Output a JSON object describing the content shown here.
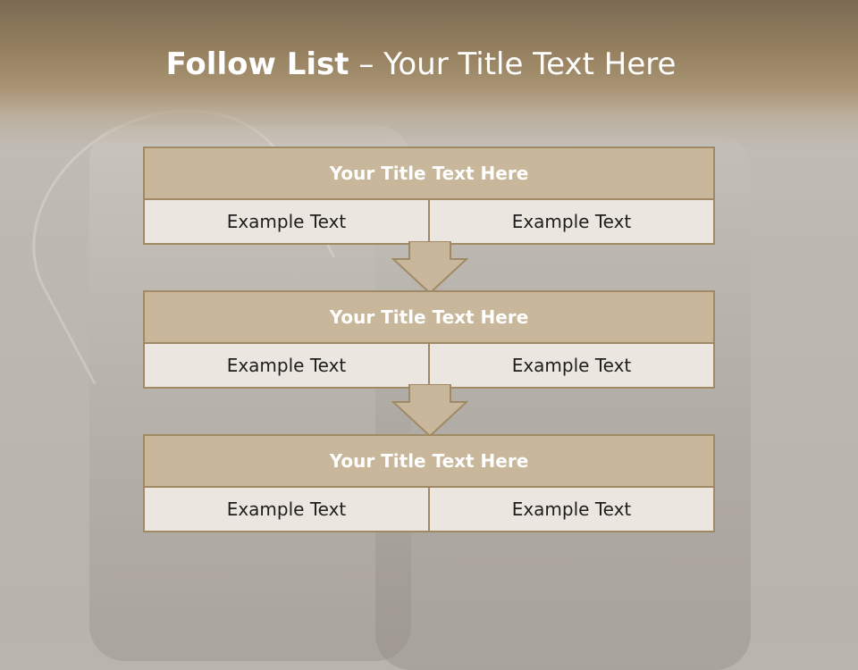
{
  "slide": {
    "title_bold": "Follow List",
    "title_rest": " – Your Title Text Here"
  },
  "blocks": [
    {
      "title": "Your Title Text Here",
      "left": "Example Text",
      "right": "Example Text"
    },
    {
      "title": "Your Title Text Here",
      "left": "Example Text",
      "right": "Example Text"
    },
    {
      "title": "Your Title Text Here",
      "left": "Example Text",
      "right": "Example Text"
    }
  ],
  "colors": {
    "accent": "#c8b79a",
    "border": "#a08a66",
    "cell_bg": "#ebe6df",
    "banner": "#95805f"
  }
}
